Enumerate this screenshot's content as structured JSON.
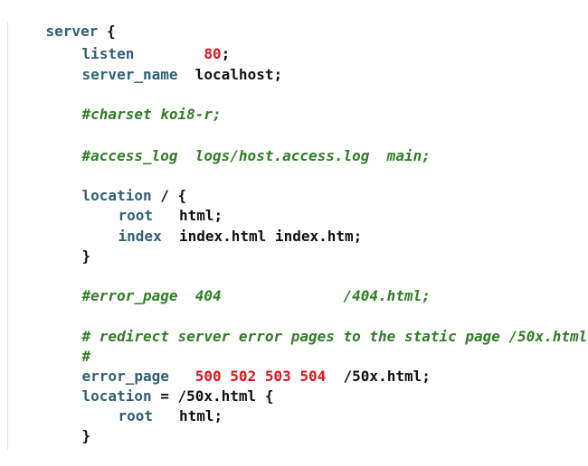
{
  "code": {
    "lines": [
      {
        "tokens": [
          {
            "text": "server",
            "kind": "keyword"
          },
          {
            "text": " {",
            "kind": "punct"
          }
        ]
      },
      {
        "tokens": [
          {
            "text": "listen",
            "kind": "keyword"
          },
          {
            "text": "        ",
            "kind": "text"
          },
          {
            "text": "80",
            "kind": "number"
          },
          {
            "text": ";",
            "kind": "punct"
          }
        ]
      },
      {
        "tokens": [
          {
            "text": "server_name",
            "kind": "keyword"
          },
          {
            "text": "  localhost;",
            "kind": "text"
          }
        ]
      },
      {
        "tokens": [
          {
            "text": "#charset koi8-r;",
            "kind": "comment"
          }
        ]
      },
      {
        "tokens": [
          {
            "text": "#access_log  logs/host.access.log  main;",
            "kind": "comment"
          }
        ]
      },
      {
        "tokens": [
          {
            "text": "location",
            "kind": "keyword"
          },
          {
            "text": " / {",
            "kind": "punct"
          }
        ]
      },
      {
        "tokens": [
          {
            "text": "root",
            "kind": "keyword"
          },
          {
            "text": "   html;",
            "kind": "text"
          }
        ]
      },
      {
        "tokens": [
          {
            "text": "index",
            "kind": "keyword"
          },
          {
            "text": "  index.html index.htm;",
            "kind": "text"
          }
        ]
      },
      {
        "tokens": [
          {
            "text": "}",
            "kind": "punct"
          }
        ]
      },
      {
        "tokens": [
          {
            "text": "#error_page  404              /404.html;",
            "kind": "comment"
          }
        ]
      },
      {
        "tokens": [
          {
            "text": "# redirect server error pages to the static page /50x.html",
            "kind": "comment"
          }
        ]
      },
      {
        "tokens": [
          {
            "text": "#",
            "kind": "comment"
          }
        ]
      },
      {
        "tokens": [
          {
            "text": "error_page",
            "kind": "keyword"
          },
          {
            "text": "   ",
            "kind": "text"
          },
          {
            "text": "500 502 503 504",
            "kind": "number"
          },
          {
            "text": "  /50x.html;",
            "kind": "text"
          }
        ]
      },
      {
        "tokens": [
          {
            "text": "location",
            "kind": "keyword"
          },
          {
            "text": " = /50x.html {",
            "kind": "text"
          }
        ]
      },
      {
        "tokens": [
          {
            "text": "root",
            "kind": "keyword"
          },
          {
            "text": "   html;",
            "kind": "text"
          }
        ]
      },
      {
        "tokens": [
          {
            "text": "}",
            "kind": "punct"
          }
        ]
      }
    ]
  },
  "colors": {
    "background": "#ffffff",
    "keyword": "#2e5f73",
    "number": "#e0131b",
    "comment": "#2f7d25",
    "text": "#111111",
    "indent_guide": "#e2e2e2"
  }
}
